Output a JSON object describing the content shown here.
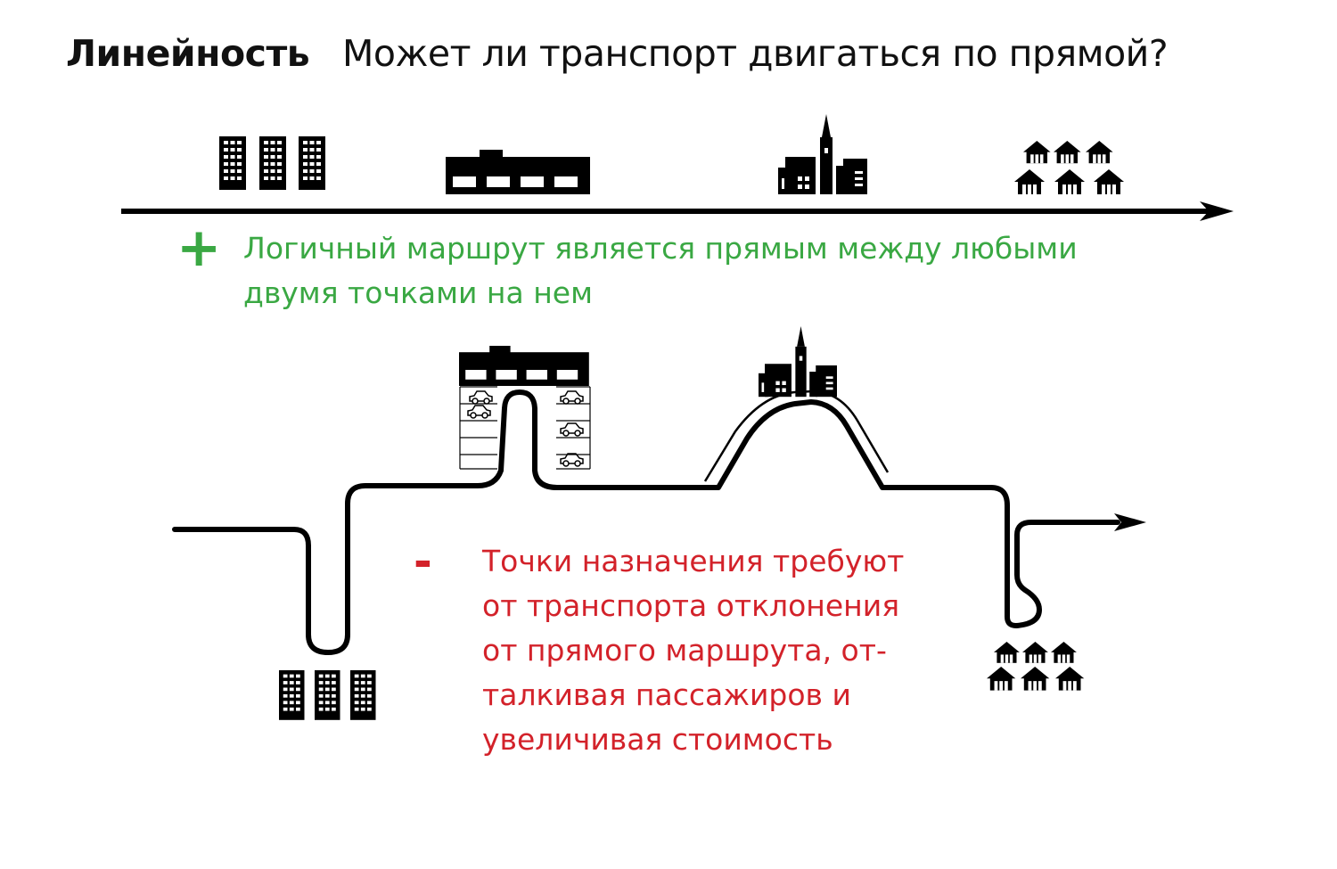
{
  "title": {
    "bold": "Линейность",
    "question": "Может ли транспорт двигаться по прямой?"
  },
  "pro": {
    "mark": "+",
    "lines": [
      "Логичный маршрут является прямым между любыми",
      "двумя точками на нем"
    ],
    "color": "#3aa843"
  },
  "con": {
    "mark": "-",
    "lines": [
      "Точки назначения требуют",
      "от транспорта отклонения",
      "от прямого маршрута, от-",
      "талкивая пассажиров и",
      "увеличивая стоимость"
    ],
    "color": "#d3222a"
  },
  "icons": [
    "apartment-blocks-icon",
    "warehouse-icon",
    "city-center-icon",
    "suburb-houses-icon",
    "parking-lot-icon",
    "hill-road-icon",
    "arrow-head-icon"
  ]
}
